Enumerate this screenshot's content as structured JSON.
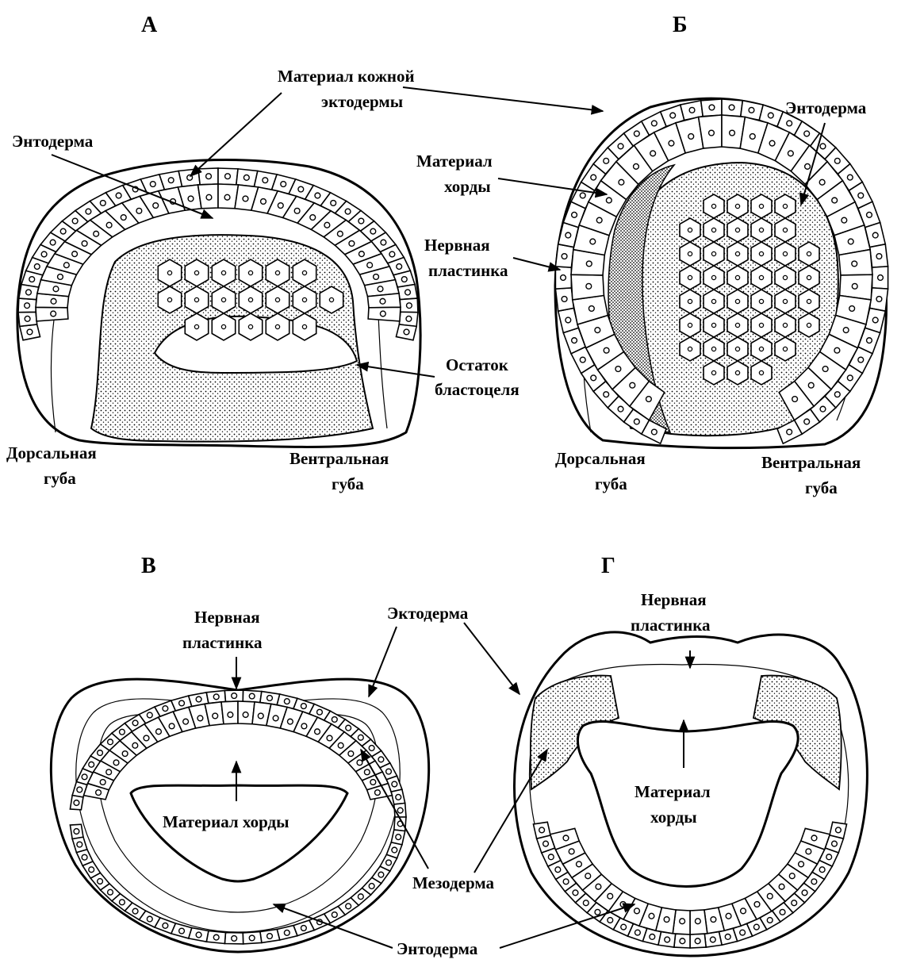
{
  "panels": {
    "A": {
      "letter": "А",
      "labels": {
        "skin_ectoderm_1": "Материал кожной",
        "skin_ectoderm_2": "эктодермы",
        "endoderm": "Энтодерма",
        "blastocoel_1": "Остаток",
        "blastocoel_2": "бластоцеля",
        "dorsal_lip_1": "Дорсальная",
        "dorsal_lip_2": "губа",
        "ventral_lip_1": "Вентральная",
        "ventral_lip_2": "губа"
      }
    },
    "B": {
      "letter": "Б",
      "labels": {
        "endoderm": "Энтодерма",
        "chorda_1": "Материал",
        "chorda_2": "хорды",
        "neural_plate_1": "Нервная",
        "neural_plate_2": "пластинка",
        "dorsal_lip_1": "Дорсальная",
        "dorsal_lip_2": "губа",
        "ventral_lip_1": "Вентральная",
        "ventral_lip_2": "губа"
      }
    },
    "V": {
      "letter": "В",
      "labels": {
        "neural_plate_1": "Нервная",
        "neural_plate_2": "пластинка",
        "chorda": "Материал хорды"
      }
    },
    "G": {
      "letter": "Г",
      "labels": {
        "neural_plate_1": "Нервная",
        "neural_plate_2": "пластинка",
        "chorda_1": "Материал",
        "chorda_2": "хорды"
      }
    }
  },
  "shared_labels": {
    "ectoderm": "Эктодерма",
    "mesoderm": "Мезодерма",
    "endoderm": "Энтодерма"
  }
}
